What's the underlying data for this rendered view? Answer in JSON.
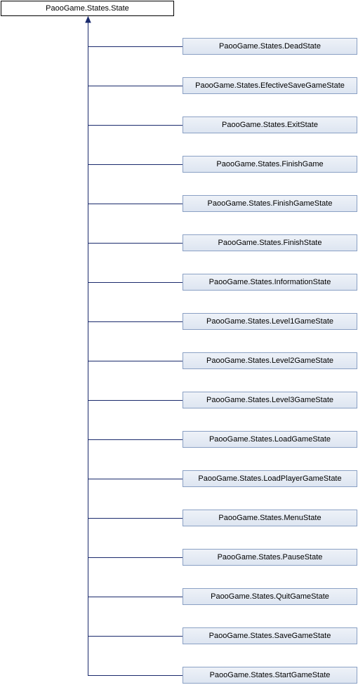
{
  "diagram": {
    "base_class": "PaooGame.States.State",
    "derived_classes": [
      "PaooGame.States.DeadState",
      "PaooGame.States.EfectiveSaveGameState",
      "PaooGame.States.ExitState",
      "PaooGame.States.FinishGame",
      "PaooGame.States.FinishGameState",
      "PaooGame.States.FinishState",
      "PaooGame.States.InformationState",
      "PaooGame.States.Level1GameState",
      "PaooGame.States.Level2GameState",
      "PaooGame.States.Level3GameState",
      "PaooGame.States.LoadGameState",
      "PaooGame.States.LoadPlayerGameState",
      "PaooGame.States.MenuState",
      "PaooGame.States.PauseState",
      "PaooGame.States.QuitGameState",
      "PaooGame.States.SaveGameState",
      "PaooGame.States.StartGameState"
    ],
    "colors": {
      "connector": "#1a2a6c",
      "derived_fill": "#dde5f1",
      "derived_border": "#8aa0c4",
      "base_border": "#000000"
    }
  }
}
